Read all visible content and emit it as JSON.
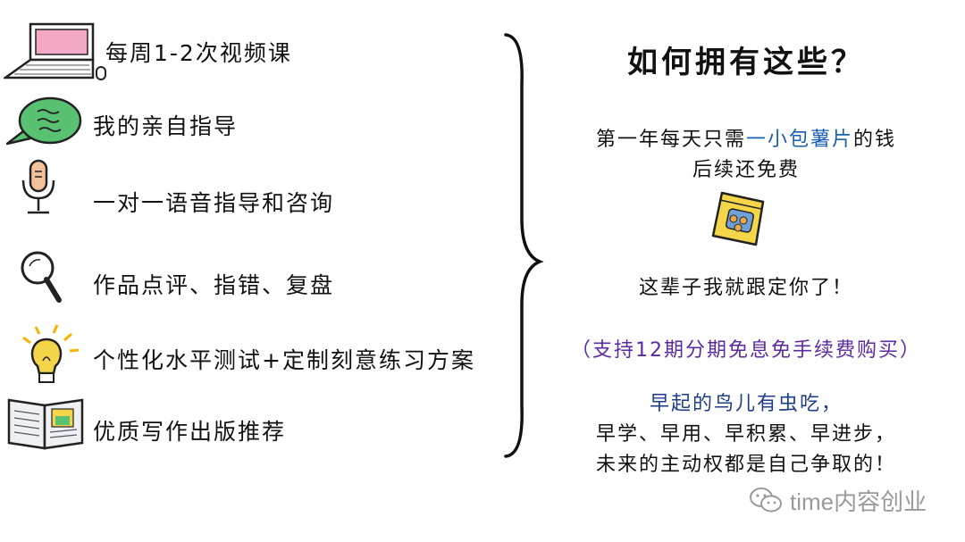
{
  "left_items": [
    {
      "icon": "laptop-icon",
      "label": "每周1-2次视频课"
    },
    {
      "icon": "speech-bubble-icon",
      "label": "我的亲自指导"
    },
    {
      "icon": "microphone-icon",
      "label": "一对一语音指导和咨询"
    },
    {
      "icon": "magnifier-icon",
      "label": "作品点评、指错、复盘"
    },
    {
      "icon": "lightbulb-icon",
      "label": "个性化水平测试+定制刻意练习方案"
    },
    {
      "icon": "open-book-icon",
      "label": "优质写作出版推荐"
    }
  ],
  "right": {
    "title": "如何拥有这些？",
    "price_line_prefix": "第一年每天只需",
    "price_line_highlight": "一小包薯片",
    "price_line_suffix": "的钱",
    "renewal_line": "后续还免费",
    "chips_icon": "potato-chips-bag-icon",
    "commitment": "这辈子我就跟定你了！",
    "installment": "（支持12期分期免息免手续费购买）",
    "slogan_1": "早起的鸟儿有虫吃，",
    "slogan_2": "早学、早用、早积累、早进步，",
    "slogan_3": "未来的主动权都是自己争取的！"
  },
  "watermark": {
    "icon": "wechat-icon",
    "text": "time内容创业"
  },
  "colors": {
    "highlight": "#1a5fb4",
    "installment": "#5b2aa5",
    "slogan": "#1f3e8a",
    "watermark": "#9a9a9a",
    "icon_green": "#58c272",
    "icon_yellow": "#f5d64a",
    "icon_pink": "#f3a9c6"
  }
}
